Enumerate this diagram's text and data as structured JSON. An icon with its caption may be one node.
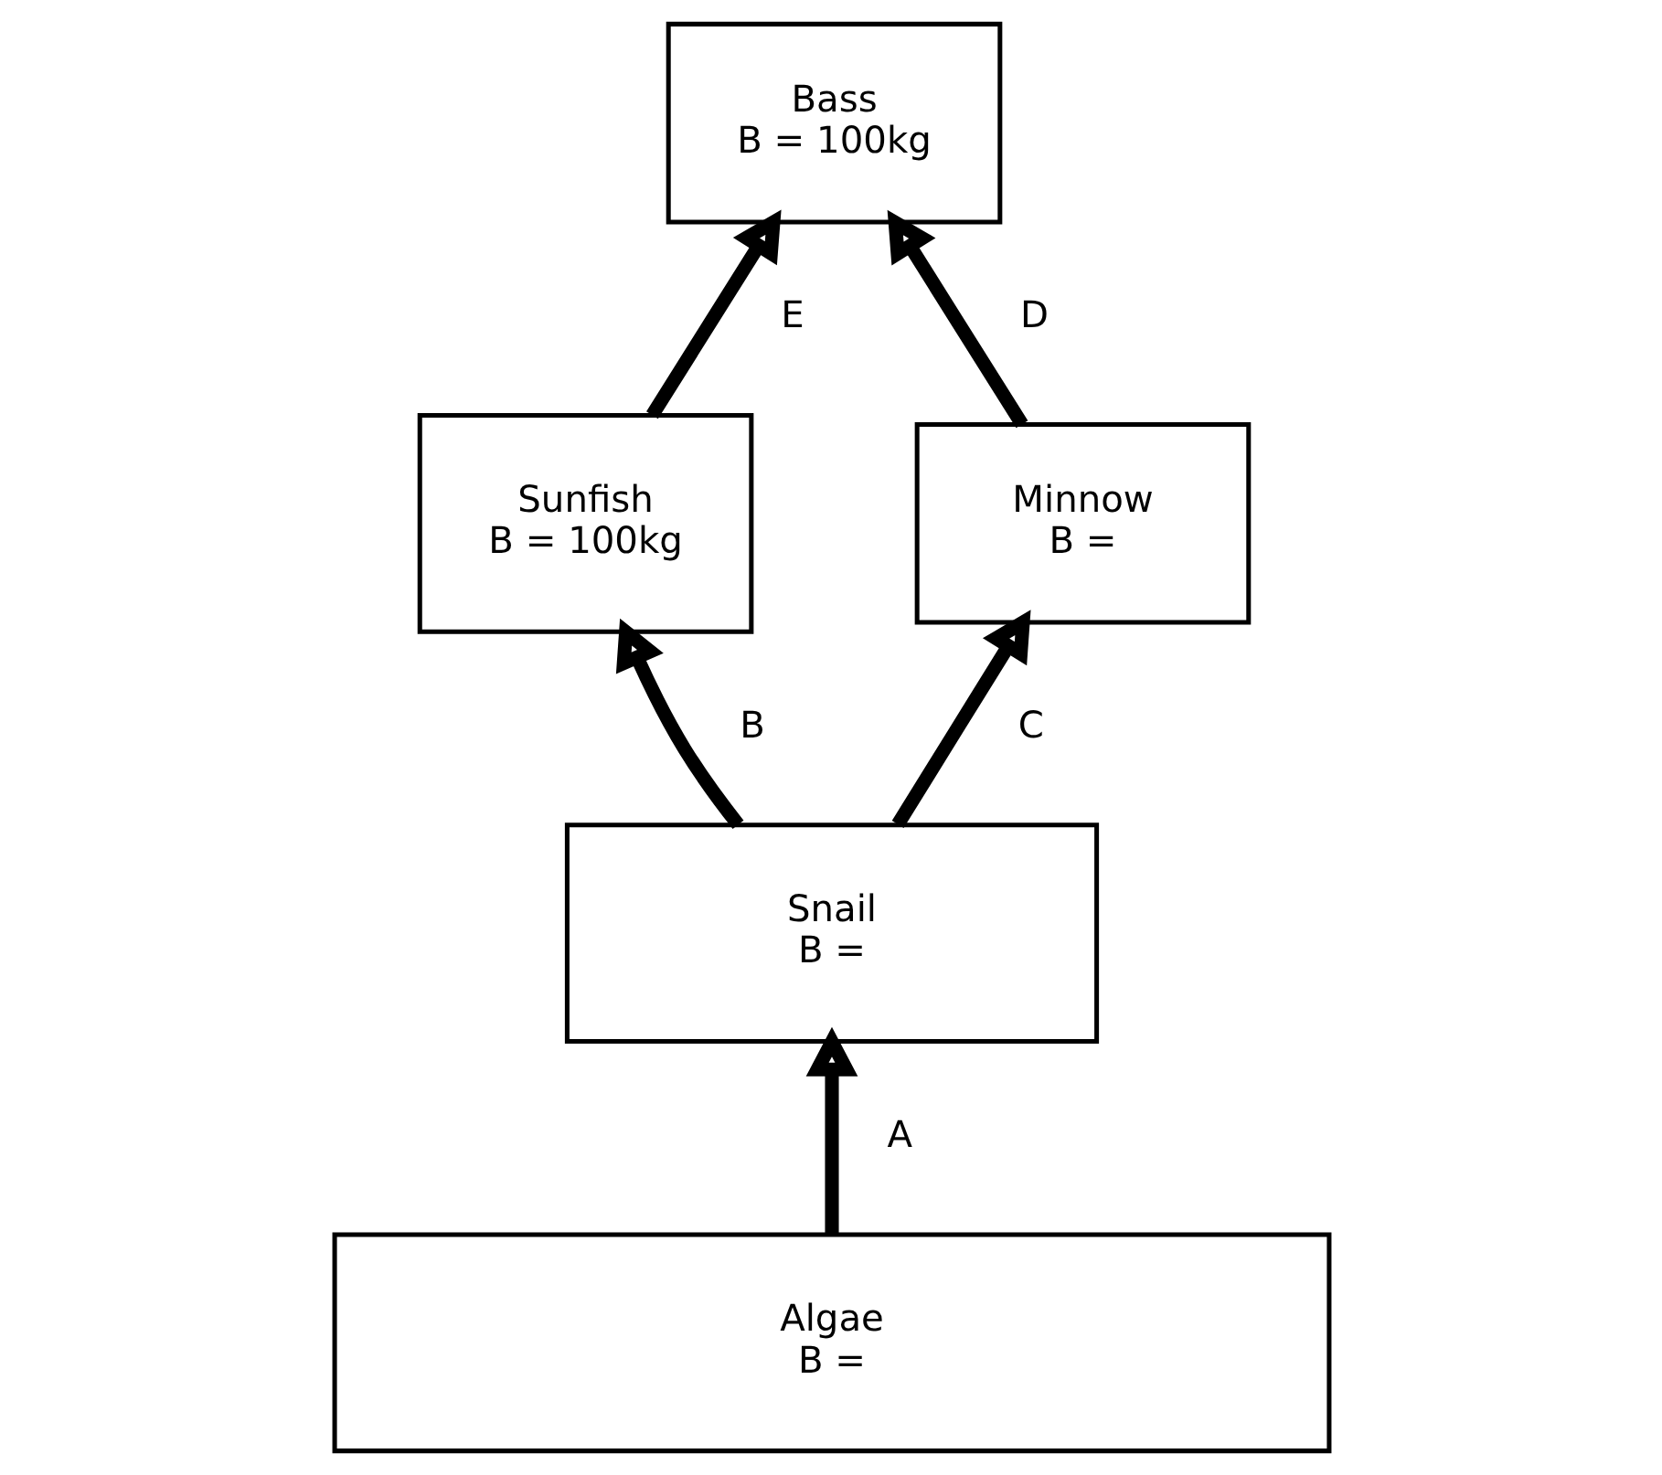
{
  "diagram": {
    "nodes": [
      {
        "text": [
          "Bass",
          "B = 100kg"
        ]
      },
      {
        "text": [
          "Sunfish",
          "B = 100kg"
        ]
      },
      {
        "text": [
          "Minnow",
          "B ="
        ]
      },
      {
        "text": [
          "Snail",
          "B ="
        ]
      },
      {
        "text": [
          "Algae",
          "B ="
        ]
      }
    ],
    "edges": [
      {
        "from": 4,
        "to": 3,
        "arrow": "to",
        "label": "A"
      },
      {
        "from": 3,
        "to": 1,
        "arrow": "to",
        "label": "B"
      },
      {
        "from": 3,
        "to": 2,
        "arrow": "to",
        "label": "C"
      },
      {
        "from": 2,
        "to": 0,
        "arrow": "to",
        "label": "D"
      },
      {
        "from": 1,
        "to": 0,
        "arrow": "to",
        "label": "E"
      }
    ]
  }
}
